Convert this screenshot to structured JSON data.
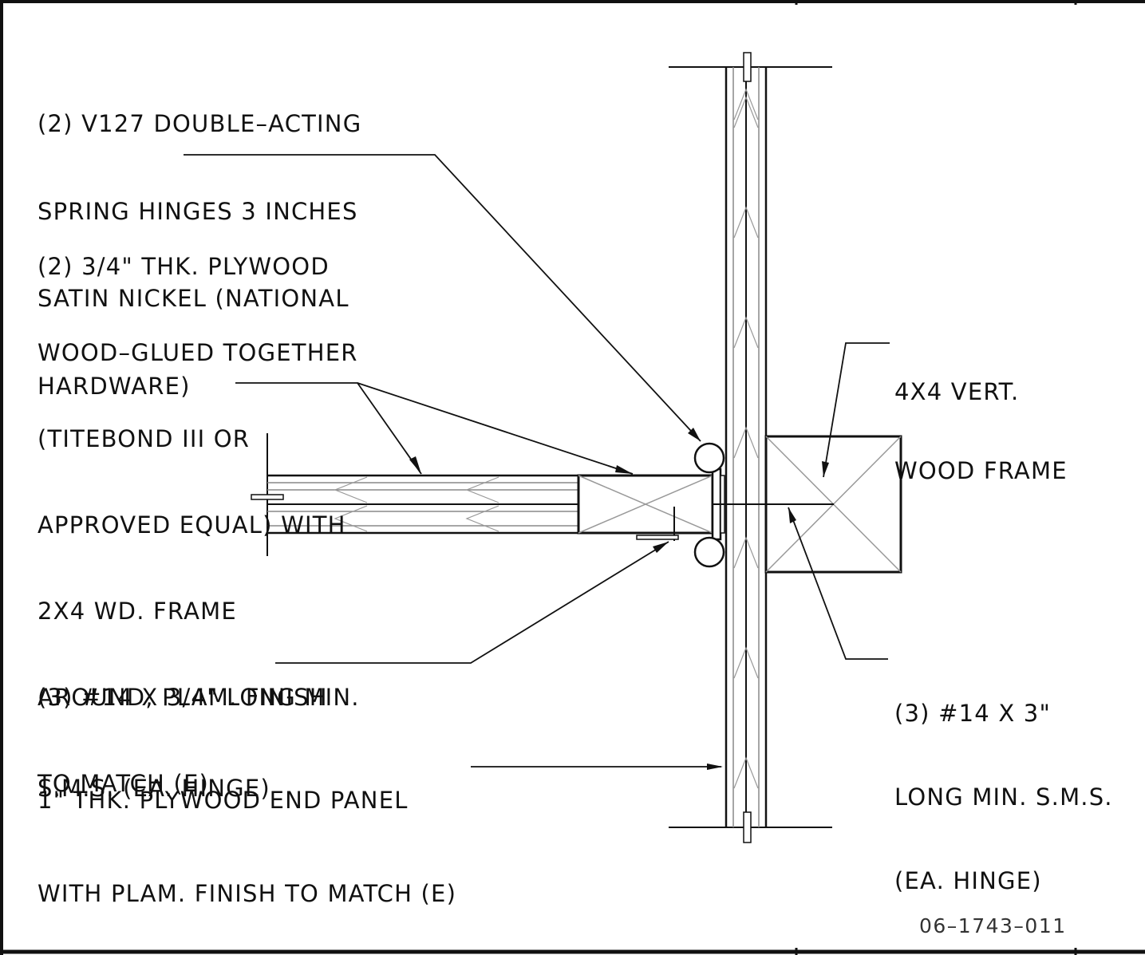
{
  "callouts": {
    "hinges": [
      "(2) V127 DOUBLE–ACTING",
      "SPRING HINGES 3 INCHES",
      "SATIN NICKEL (NATIONAL",
      "HARDWARE)"
    ],
    "panel": [
      "(2) 3/4\" THK. PLYWOOD",
      "WOOD–GLUED TOGETHER",
      "(TITEBOND III OR",
      "APPROVED EQUAL) WITH",
      "2X4 WD. FRAME",
      "AROUND, PLAM. FINISH",
      "TO MATCH (E)"
    ],
    "frame": [
      "4X4 VERT.",
      "WOOD FRAME"
    ],
    "sms_short": [
      "(3) #14 X 3/4\" LONG MIN.",
      "S.M.S. (EA. HINGE)"
    ],
    "end_panel": [
      "1\" THK. PLYWOOD END PANEL",
      "WITH PLAM. FINISH TO MATCH (E)"
    ],
    "sms_long": [
      "(3) #14 X 3\"",
      "LONG MIN. S.M.S.",
      "(EA. HINGE)"
    ]
  },
  "drawing_number": "06–1743–011",
  "colors": {
    "line": "#111111",
    "hatch": "#999999",
    "background": "#ffffff"
  }
}
